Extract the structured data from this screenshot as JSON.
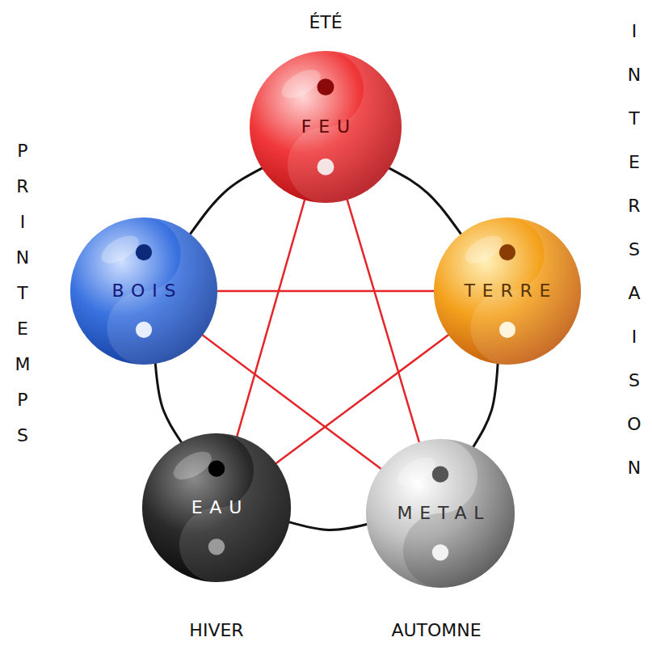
{
  "diagram": {
    "nodes": [
      {
        "text": [
          "FEU"
        ]
      },
      {
        "text": [
          "BOIS"
        ]
      },
      {
        "text": [
          "TERRE"
        ]
      },
      {
        "text": [
          "EAU"
        ]
      },
      {
        "text": [
          "METAL"
        ]
      }
    ],
    "edges": [
      {
        "from": 0,
        "to": 2,
        "arrow": "none"
      },
      {
        "from": 2,
        "to": 4,
        "arrow": "none"
      },
      {
        "from": 4,
        "to": 3,
        "arrow": "none"
      },
      {
        "from": 3,
        "to": 1,
        "arrow": "none"
      },
      {
        "from": 1,
        "to": 0,
        "arrow": "none"
      },
      {
        "from": 0,
        "to": 4,
        "arrow": "none"
      },
      {
        "from": 4,
        "to": 1,
        "arrow": "none"
      },
      {
        "from": 1,
        "to": 2,
        "arrow": "none"
      },
      {
        "from": 2,
        "to": 3,
        "arrow": "none"
      },
      {
        "from": 3,
        "to": 0,
        "arrow": "none"
      }
    ],
    "labels": [
      "ÉTÉ",
      "PRINTEMPS",
      "INTERSAISON",
      "HIVER",
      "AUTOMNE"
    ]
  }
}
